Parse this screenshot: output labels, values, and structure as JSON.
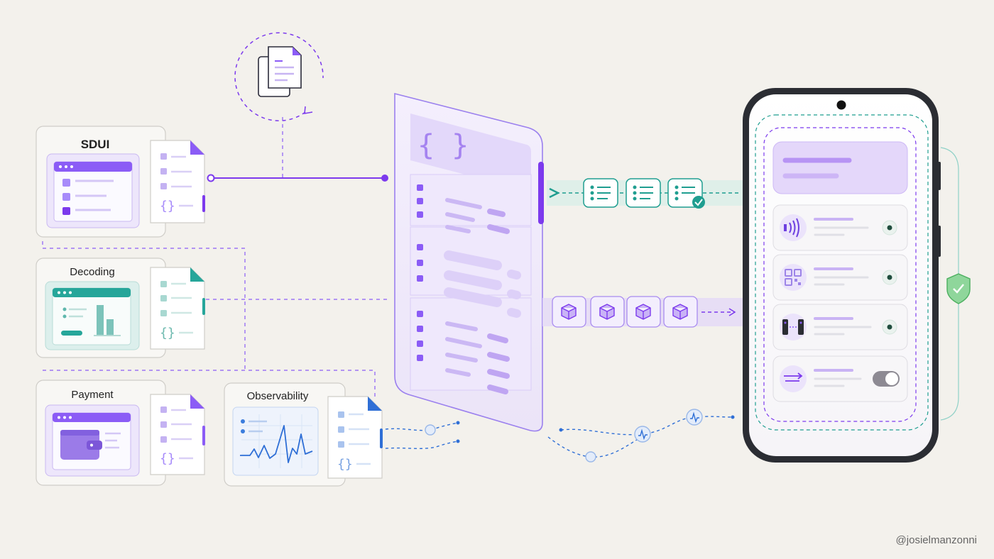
{
  "modules": [
    {
      "title": "SDUI"
    },
    {
      "title": "Decoding"
    },
    {
      "title": "Payment"
    },
    {
      "title": "Observability"
    }
  ],
  "watermark": "@josielmanzonni",
  "colors": {
    "purple": "#8b5cf6",
    "purple_light": "#e9e0fb",
    "teal": "#1f9e90",
    "teal_light": "#d7efec",
    "blue": "#2f6fd6",
    "phone_frame": "#2b2d33",
    "background": "#f3f1ec"
  },
  "icons": {
    "server_payload": "braces-icon",
    "schema_docs": "documents-icon",
    "phone_rows": [
      "nfc-icon",
      "qr-code-icon",
      "card-reader-icon",
      "transfer-icon"
    ],
    "security": "shield-check-icon",
    "components": "cube-icon"
  }
}
